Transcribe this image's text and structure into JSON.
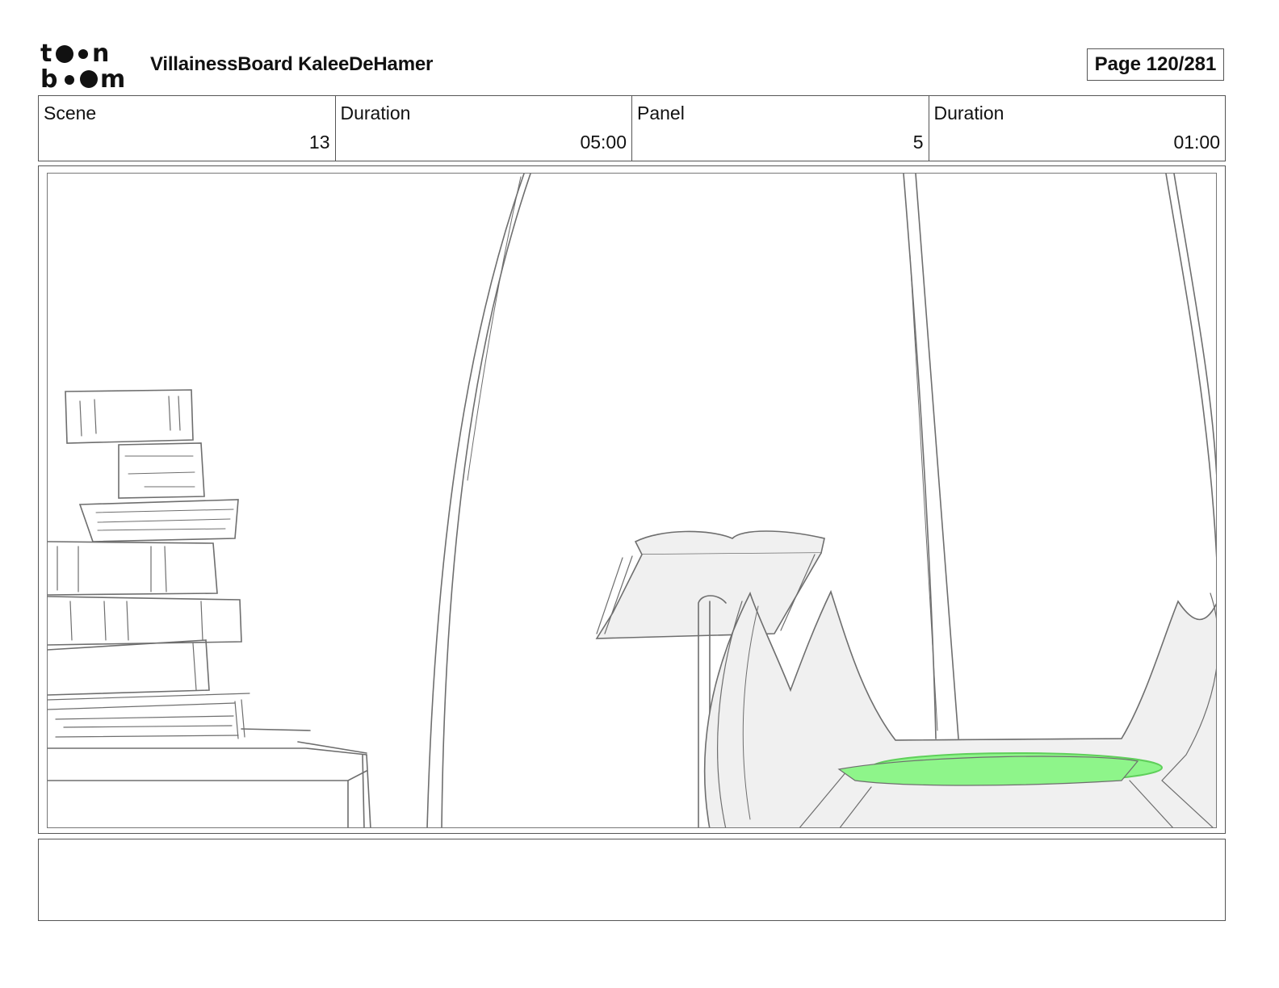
{
  "header": {
    "logo_text": "toon boom",
    "project_title": "VillainessBoard KaleeDeHamer",
    "page_label": "Page 120/281"
  },
  "info": [
    {
      "label": "Scene",
      "value": "13"
    },
    {
      "label": "Duration",
      "value": "05:00"
    },
    {
      "label": "Panel",
      "value": "5"
    },
    {
      "label": "Duration",
      "value": "01:00"
    }
  ],
  "panel": {
    "image_name": "storyboard-sketch",
    "colors": {
      "line": "#6e6e6e",
      "fill": "#f0f0f0",
      "liquid": "#8ef58a",
      "liquid_edge": "#5fcf5a"
    }
  },
  "notes": {
    "text": ""
  }
}
